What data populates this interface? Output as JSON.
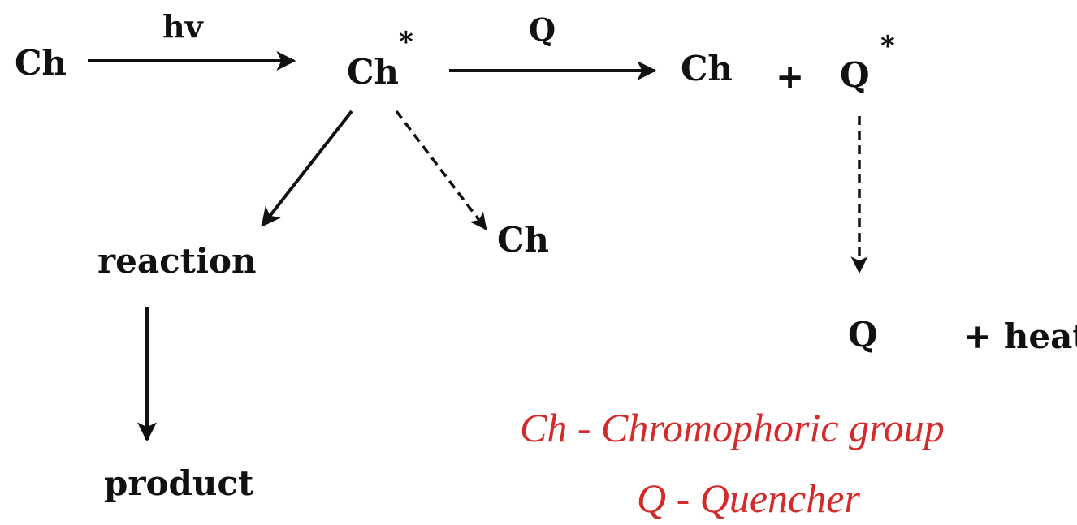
{
  "diagram": {
    "nodes": {
      "ch_start": "Ch",
      "ch_excited": "Ch",
      "ch_excited_star": "*",
      "ch_product": "Ch",
      "plus_1": "+",
      "q_excited": "Q",
      "q_excited_star": "*",
      "ch_deexcited": "Ch",
      "reaction": "reaction",
      "product": "product",
      "q_ground": "Q",
      "plus_heat": "+ heat"
    },
    "edge_labels": {
      "hv": "hv",
      "q": "Q"
    },
    "edges": [
      {
        "from": "ch_start",
        "to": "ch_excited",
        "label": "hv",
        "style": "solid"
      },
      {
        "from": "ch_excited",
        "to": "ch_product",
        "label": "Q",
        "style": "solid"
      },
      {
        "from": "ch_excited",
        "to": "reaction",
        "style": "solid"
      },
      {
        "from": "ch_excited",
        "to": "ch_deexcited",
        "style": "dashed"
      },
      {
        "from": "reaction",
        "to": "product",
        "style": "solid"
      },
      {
        "from": "q_excited",
        "to": "q_ground",
        "style": "dashed"
      }
    ],
    "legend": {
      "line1": "Ch  -  Chromophoric group",
      "line2": "Q  -  Quencher",
      "color": "#d32a2a"
    },
    "ink_color": "#111111"
  }
}
